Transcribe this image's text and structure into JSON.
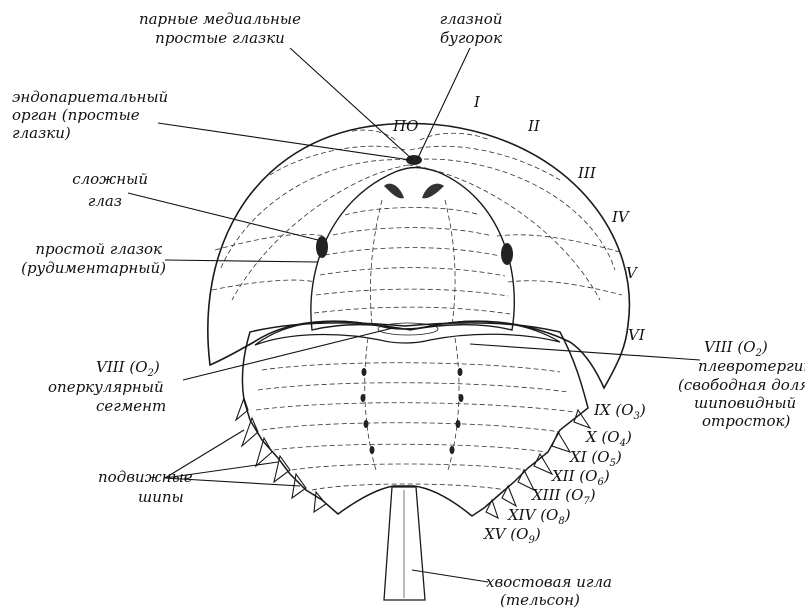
{
  "labels": {
    "median_ocelli_1": "парные медиальные",
    "median_ocelli_2": "простые глазки",
    "ocular_tubercle_1": "глазной",
    "ocular_tubercle_2": "бугорок",
    "endoparietal_1": "эндопариетальный",
    "endoparietal_2": "орган (простые",
    "endoparietal_3": "глазки)",
    "compound_eye_1": "сложный",
    "compound_eye_2": "глаз",
    "simple_eye_1": "простой глазок",
    "simple_eye_2": "(рудиментарный)",
    "operculum_1_main": "VIII  (O",
    "operculum_1_sub": "2",
    "operculum_1_end": ")",
    "operculum_2": "оперкулярный",
    "operculum_3": "сегмент",
    "movable_spines_1": "подвижные",
    "movable_spines_2": "шипы",
    "pleurotergite_1_main": "VIII (O",
    "pleurotergite_1_sub": "2",
    "pleurotergite_1_end": ")",
    "pleurotergite_2": "плевротергит",
    "pleurotergite_3": "(свободная доля,",
    "pleurotergite_4": "шиповидный",
    "pleurotergite_5": "отросток)",
    "telson_1": "хвостовая игла",
    "telson_2": "(тельсон)",
    "po": "ПО"
  },
  "prosoma_segments": [
    "I",
    "II",
    "III",
    "IV",
    "V",
    "VI"
  ],
  "opisthosoma_segments": [
    {
      "roman": "IX (O",
      "sub": "3",
      "end": ")"
    },
    {
      "roman": "X (O",
      "sub": "4",
      "end": ")"
    },
    {
      "roman": "XI (O",
      "sub": "5",
      "end": ")"
    },
    {
      "roman": "XII (O",
      "sub": "6",
      "end": ")"
    },
    {
      "roman": "XIII (O",
      "sub": "7",
      "end": ")"
    },
    {
      "roman": "XIV (O",
      "sub": "8",
      "end": ")"
    },
    {
      "roman": "XV (O",
      "sub": "9",
      "end": ")"
    }
  ]
}
